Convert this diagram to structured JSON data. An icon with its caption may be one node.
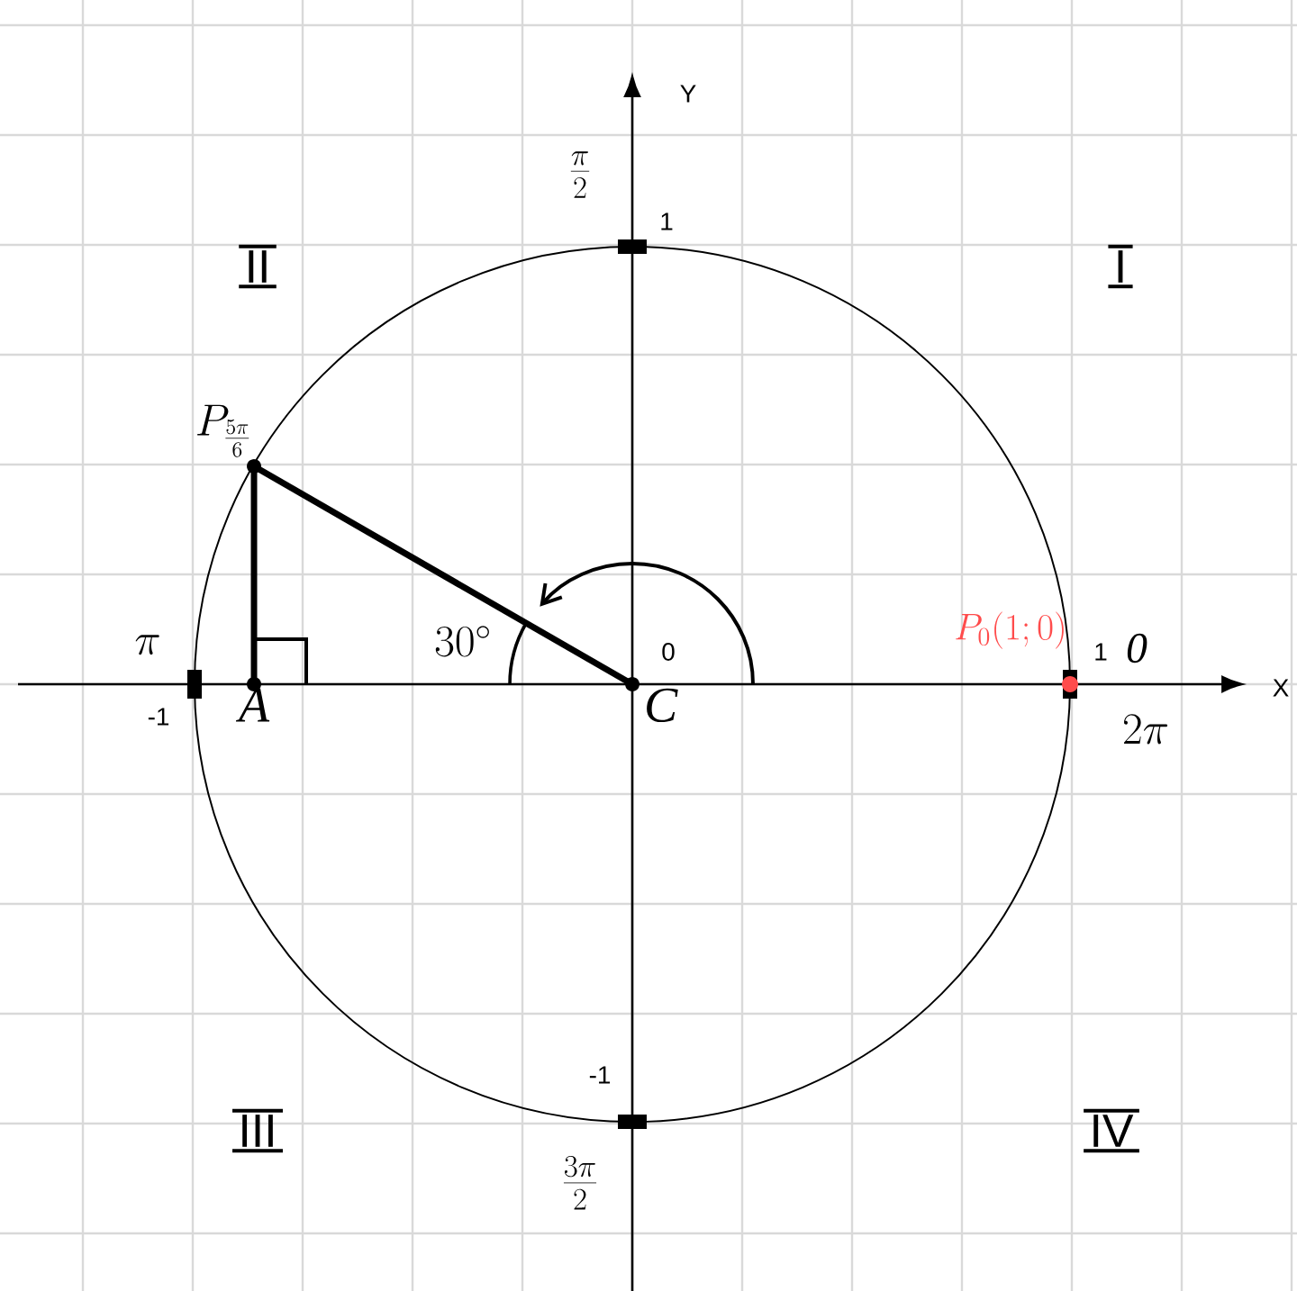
{
  "diagram": {
    "nodes": [
      {
        "text": [
          "P_{\\frac{5\\pi}{6}}"
        ]
      },
      {
        "text": [
          "A"
        ]
      },
      {
        "text": [
          "C"
        ]
      }
    ],
    "edges": [
      {
        "from": 0,
        "to": 2,
        "arrow": "none"
      },
      {
        "from": 0,
        "to": 1,
        "arrow": "none"
      }
    ],
    "labels": [
      "Y",
      "\\frac{\\pi}{2}",
      "1",
      "II",
      "I",
      "\\pi",
      "-1",
      "30^{\\circ}",
      "0",
      "P_{0}(1;0)",
      "1",
      "0",
      "2\\pi",
      "X",
      "-1",
      "III",
      "IV",
      "\\frac{3\\pi}{2}"
    ]
  }
}
